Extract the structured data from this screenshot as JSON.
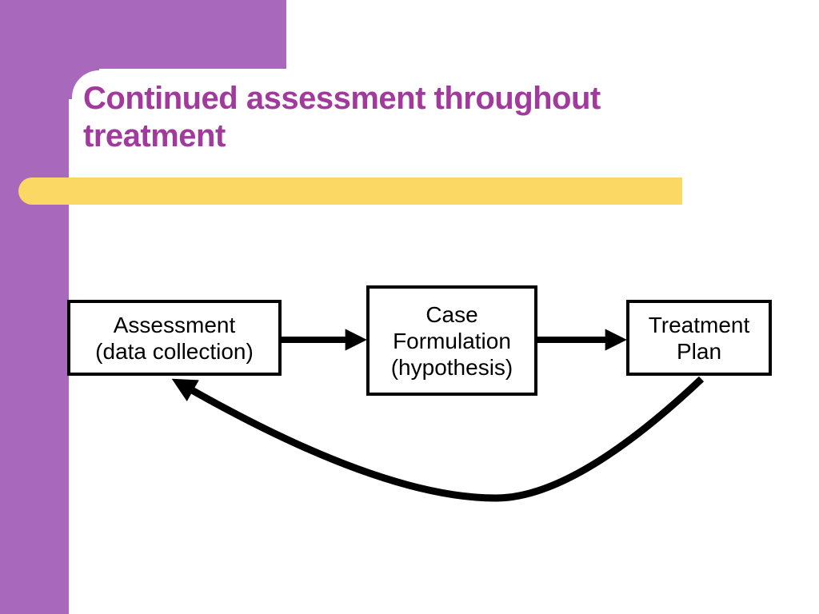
{
  "slide": {
    "title": "Continued assessment throughout treatment"
  },
  "theme": {
    "accent_purple": "#A869BD",
    "accent_yellow": "#FBD763",
    "title_color": "#A23A9D",
    "diagram_ink": "#000000",
    "background": "#FFFFFF"
  },
  "diagram": {
    "boxes": [
      {
        "name": "assessment",
        "lines": [
          "Assessment",
          "(data collection)"
        ]
      },
      {
        "name": "case-formulation",
        "lines": [
          "Case",
          "Formulation",
          "(hypothesis)"
        ]
      },
      {
        "name": "treatment-plan",
        "lines": [
          "Treatment",
          "Plan"
        ]
      }
    ],
    "connectors": [
      {
        "name": "assessment-to-case-formulation",
        "type": "straight-arrow"
      },
      {
        "name": "case-formulation-to-treatment-plan",
        "type": "straight-arrow"
      },
      {
        "name": "treatment-plan-back-to-assessment",
        "type": "curved-arrow"
      }
    ]
  }
}
